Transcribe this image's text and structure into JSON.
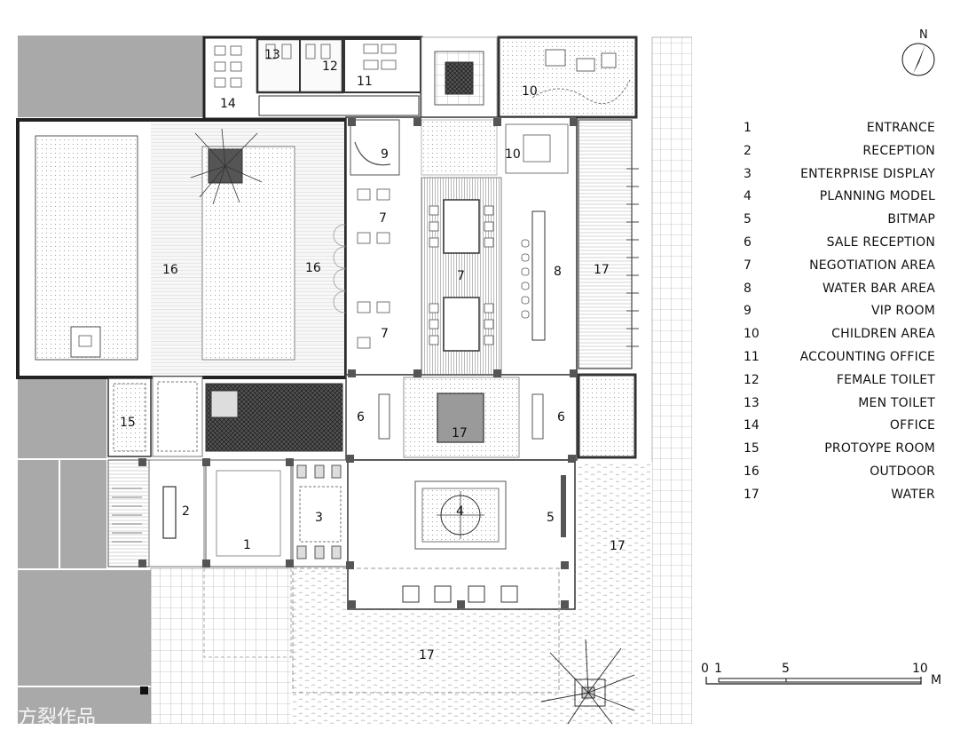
{
  "rooms": [
    {
      "num": "1",
      "name": "ENTRANCE"
    },
    {
      "num": "2",
      "name": "RECEPTION"
    },
    {
      "num": "3",
      "name": "ENTERPRISE  DISPLAY"
    },
    {
      "num": "4",
      "name": "PLANNING MODEL"
    },
    {
      "num": "5",
      "name": "BITMAP"
    },
    {
      "num": "6",
      "name": "SALE RECEPTION"
    },
    {
      "num": "7",
      "name": "NEGOTIATION AREA"
    },
    {
      "num": "8",
      "name": "WATER BAR AREA"
    },
    {
      "num": "9",
      "name": "VIP ROOM"
    },
    {
      "num": "10",
      "name": "CHILDREN AREA"
    },
    {
      "num": "11",
      "name": "ACCOUNTING OFFICE"
    },
    {
      "num": "12",
      "name": "FEMALE TOILET"
    },
    {
      "num": "13",
      "name": "MEN TOILET"
    },
    {
      "num": "14",
      "name": "OFFICE"
    },
    {
      "num": "15",
      "name": "PROTOYPE ROOM"
    },
    {
      "num": "16",
      "name": "OUTDOOR"
    },
    {
      "num": "17",
      "name": "WATER"
    }
  ],
  "plan_labels": {
    "l1": "1",
    "l2": "2",
    "l3": "3",
    "l4": "4",
    "l5": "5",
    "l6a": "6",
    "l6b": "6",
    "l7a": "7",
    "l7b": "7",
    "l7c": "7",
    "l8": "8",
    "l9": "9",
    "l10a": "10",
    "l10b": "10",
    "l11": "11",
    "l12": "12",
    "l13": "13",
    "l14": "14",
    "l15": "15",
    "l16a": "16",
    "l16b": "16",
    "l17a": "17",
    "l17b": "17",
    "l17c": "17",
    "l17d": "17"
  },
  "north_label": "N",
  "scale_bar": {
    "t0": "0",
    "t1": "1",
    "t5": "5",
    "t10": "10",
    "unit": "M"
  },
  "watermark": "方裂作品",
  "colors": {
    "wall": "#333333",
    "gray_block": "#a9a9a9",
    "line": "#555555",
    "water": "#f4f4f4"
  }
}
